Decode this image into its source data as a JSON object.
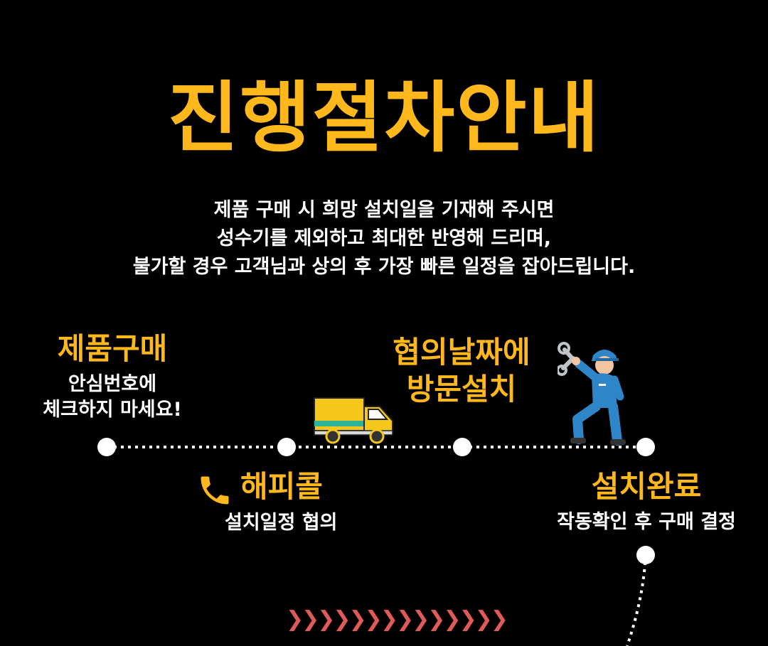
{
  "title": "진행절차안내",
  "intro": {
    "lines": [
      "제품 구매 시 희망 설치일을 기재해 주시면",
      "성수기를 제외하고 최대한 반영해 드리며,",
      "불가할 경우 고객님과 상의 후 가장 빠른 일정을 잡아드립니다."
    ]
  },
  "steps": {
    "purchase": {
      "title": "제품구매",
      "desc_lines": [
        "안심번호에",
        "체크하지 마세요!"
      ]
    },
    "happy_call": {
      "title": "해피콜",
      "desc": "설치일정 협의",
      "icon": "phone-icon"
    },
    "visit": {
      "title_lines": [
        "협의날짜에",
        "방문설치"
      ],
      "icon": "delivery-truck-icon"
    },
    "complete": {
      "title": "설치완료",
      "desc": "작동확인 후 구매 결정",
      "icon": "technician-icon"
    }
  },
  "colors": {
    "accent": "#ffb81c",
    "text": "#ffffff",
    "background": "#000000",
    "arrows": "#e05a5a",
    "worker": "#2e86c9"
  },
  "decor": {
    "chevrons": "❯❯❯❯❯❯❯❯❯❯❯❯❯❯"
  }
}
